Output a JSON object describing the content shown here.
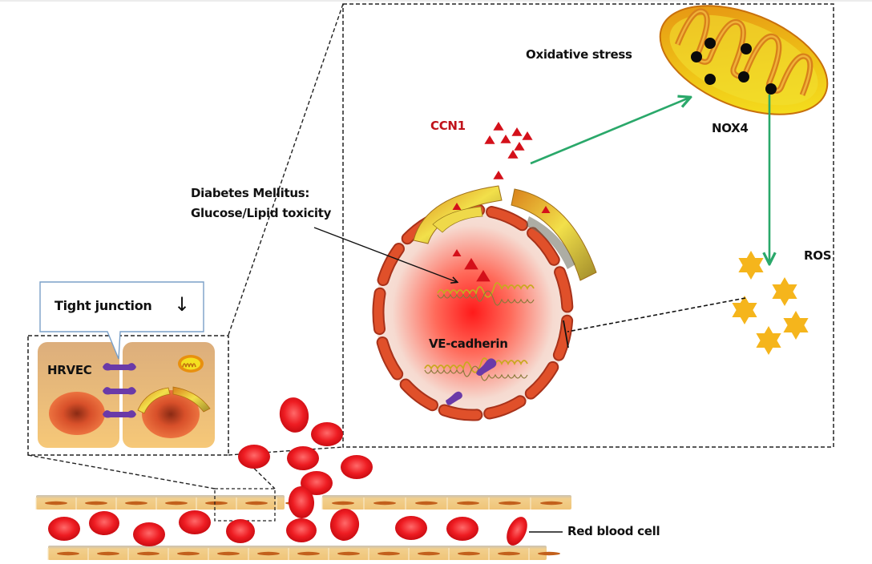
{
  "figure": {
    "title": "CCN1 / oxidative stress pathway in diabetic retinal vascular endothelial cells"
  },
  "labels": {
    "oxidative_stress": "Oxidative stress",
    "nox4": "NOX4",
    "ccn1": "CCN1",
    "diabetes_line1": "Diabetes Mellitus:",
    "diabetes_line2": "Glucose/Lipid toxicity",
    "ros": "ROS",
    "ve_cadherin": "VE-cadherin",
    "tight_junction": "Tight junction",
    "tight_junction_arrow": "↓",
    "hrvec": "HRVEC",
    "red_blood_cell": "Red blood cell"
  },
  "colors": {
    "ccn1_red": "#c0121a",
    "arrow_green": "#2aa86a",
    "rbc_red": "#e8141c",
    "mito_orange": "#e08a10",
    "mito_yellow": "#f2e21a",
    "ros_star": "#f5b51c",
    "cadherin_purple": "#6a3aa8",
    "nucleus_envelope": "#d84a22",
    "endothelium_tan": "#f0c47a",
    "callout_border": "#7aa0c8"
  },
  "pathway": [
    {
      "from": "CCN1",
      "to": "NOX4",
      "type": "activation"
    },
    {
      "from": "NOX4",
      "to": "ROS",
      "type": "activation"
    },
    {
      "from": "ROS",
      "to": "VE-cadherin",
      "type": "inhibition"
    },
    {
      "from": "Diabetes Mellitus",
      "to": "CCN1 expression",
      "type": "activation"
    }
  ],
  "icons": {
    "ccn1": "red-triangle",
    "ros": "six-point-star",
    "nox4": "black-dot",
    "mitochondrion": "mitochondrion",
    "rbc": "red-ellipse"
  }
}
